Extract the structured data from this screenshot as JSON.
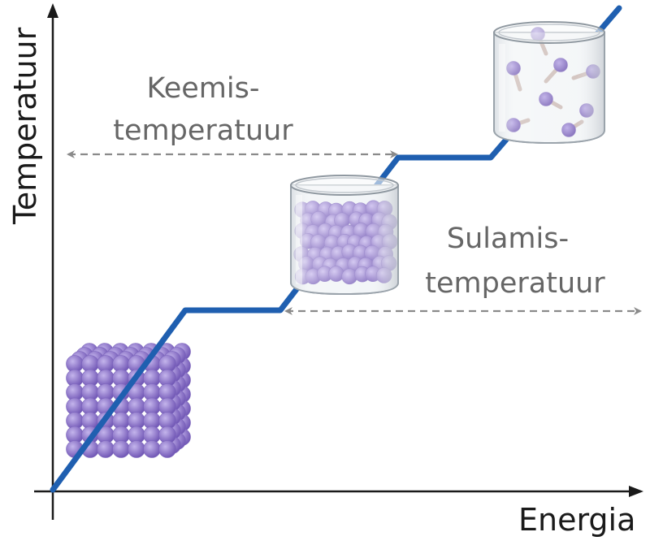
{
  "axes": {
    "y_label": "Temperatuur",
    "x_label": "Energia"
  },
  "annotations": {
    "boiling": [
      "Keemis-",
      "temperatuur"
    ],
    "melting": [
      "Sulamis-",
      "temperatuur"
    ]
  },
  "states": [
    "solid",
    "liquid",
    "gas"
  ],
  "colors": {
    "axis": "#1a1a1a",
    "curve": "#1f5fb0",
    "particle": "#8f78c9",
    "particle_dark": "#6c52b2",
    "label": "#666666",
    "dashed_arrow": "#8a8a8a",
    "bond": "#c6b3ad"
  }
}
